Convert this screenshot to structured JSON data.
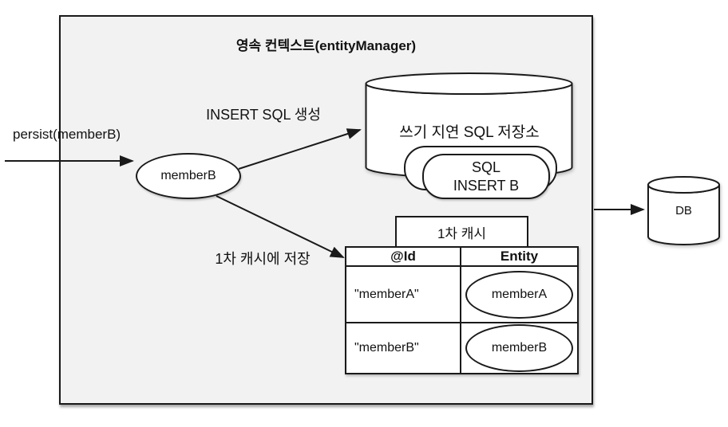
{
  "colors": {
    "line": "#1a1a1a",
    "context_fill": "#f2f2f2",
    "shape_fill": "#ffffff",
    "page_bg": "#ffffff"
  },
  "context": {
    "title": "영속 컨텍스트(entityManager)"
  },
  "persist": {
    "label": "persist(memberB)",
    "entity": "memberB"
  },
  "arrows": {
    "insert_sql_label": "INSERT SQL 생성",
    "cache_save_label": "1차 캐시에 저장"
  },
  "sql_store": {
    "title": "쓰기 지연 SQL 저장소",
    "card_line1": "SQL",
    "card_line2": "INSERT B"
  },
  "cache": {
    "tab": "1차 캐시",
    "columns": [
      "@Id",
      "Entity"
    ],
    "rows": [
      {
        "id": "\"memberA\"",
        "entity": "memberA"
      },
      {
        "id": "\"memberB\"",
        "entity": "memberB"
      }
    ]
  },
  "db": {
    "label": "DB"
  }
}
